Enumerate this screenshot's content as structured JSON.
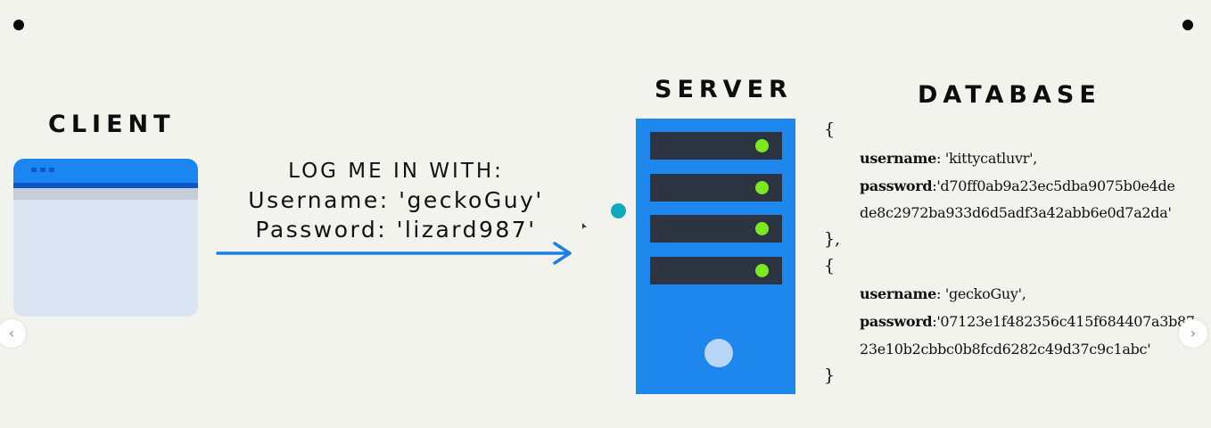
{
  "headings": {
    "client": "CLIENT",
    "server": "SERVER",
    "database": "DATABASE"
  },
  "request": {
    "heading": "LOG ME IN WITH:",
    "username_line": "Username: 'geckoGuy'",
    "password_line": "Password: 'lizard987'"
  },
  "database": {
    "open_brace_1": "{",
    "close_brace_1": "},",
    "open_brace_2": "{",
    "close_brace_2": "}",
    "records": [
      {
        "username_key": "username",
        "username_value": ": 'kittycatluvr',",
        "password_key": "password",
        "password_value_1": ":'d70ff0ab9a23ec5dba9075b0e4de",
        "password_value_2": "de8c2972ba933d6d5adf3a42abb6e0d7a2da'"
      },
      {
        "username_key": "username",
        "username_value": ": 'geckoGuy',",
        "password_key": "password",
        "password_value_1": ":'07123e1f482356c415f684407a3b87",
        "password_value_2": "23e10b2cbbc0b8fcd6282c49d37c9c1abc'"
      }
    ]
  },
  "nav": {
    "prev_icon": "‹",
    "next_icon": "›"
  },
  "colors": {
    "background": "#f2f3ec",
    "accent_blue": "#1e87ee",
    "led_green": "#7ae91e",
    "teal": "#10aabd"
  }
}
